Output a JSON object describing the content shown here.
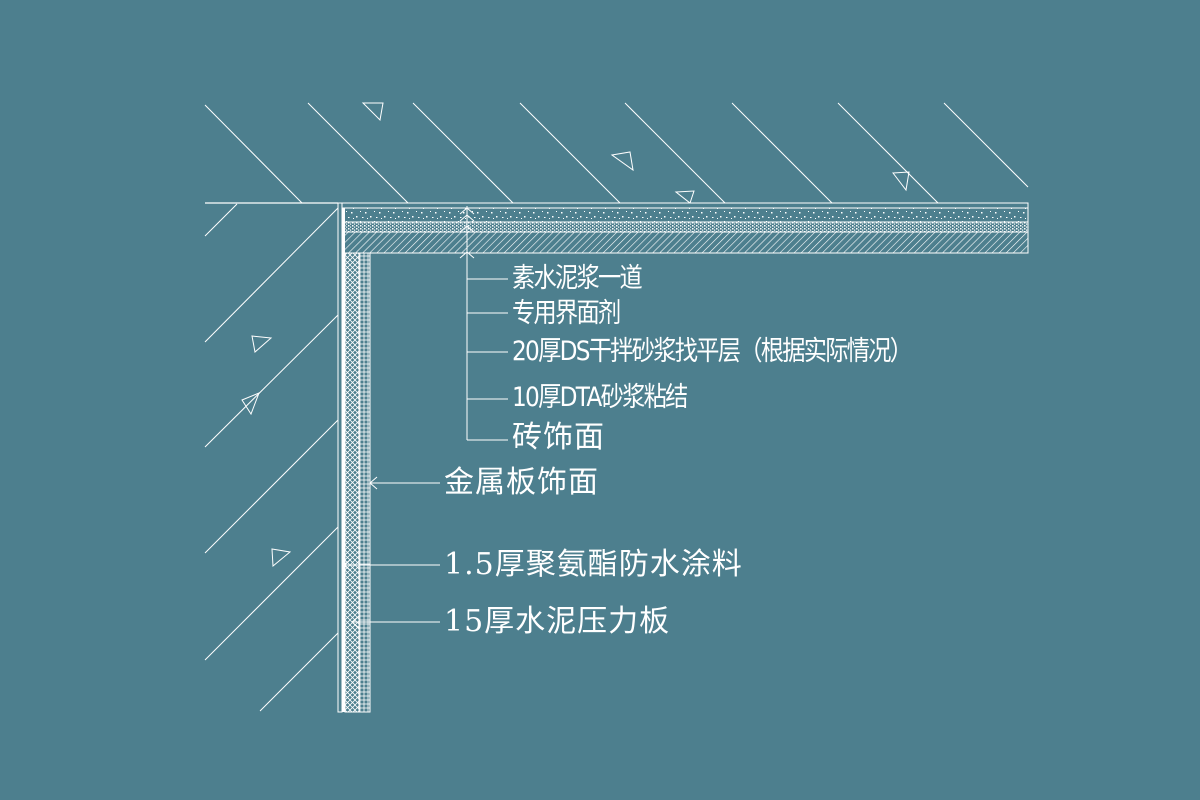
{
  "drawing": {
    "background_color": "#4d7f8e",
    "line_color": "#ffffff",
    "type": "wall-ceiling junction section detail"
  },
  "ceiling_layers_callout": {
    "labels": [
      "素水泥浆一道",
      "专用界面剂",
      "20厚DS干拌砂浆找平层（根据实际情况）",
      "10厚DTA砂浆粘结",
      "砖饰面"
    ]
  },
  "wall_layers_callout": {
    "labels": [
      "金属板饰面",
      "1.5厚聚氨酯防水涂料",
      "15厚水泥压力板"
    ]
  }
}
